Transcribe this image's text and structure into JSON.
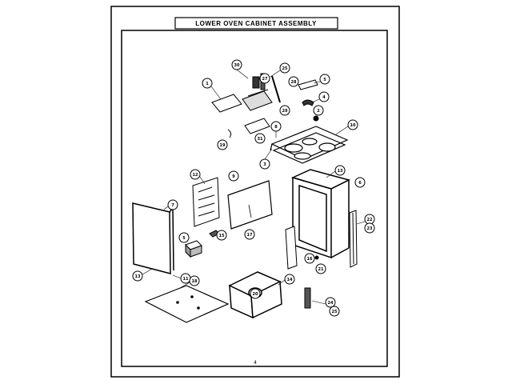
{
  "title": "LOWER OVEN CABINET ASSEMBLY",
  "page_number": "4",
  "callouts": [
    "30",
    "25",
    "27",
    "28",
    "1",
    "29",
    "5",
    "4",
    "2",
    "10",
    "8",
    "19",
    "31",
    "3",
    "12",
    "9",
    "13",
    "6",
    "7",
    "17",
    "15",
    "22",
    "23",
    "16",
    "5",
    "21",
    "11",
    "13",
    "14",
    "20",
    "24",
    "25",
    "18"
  ]
}
